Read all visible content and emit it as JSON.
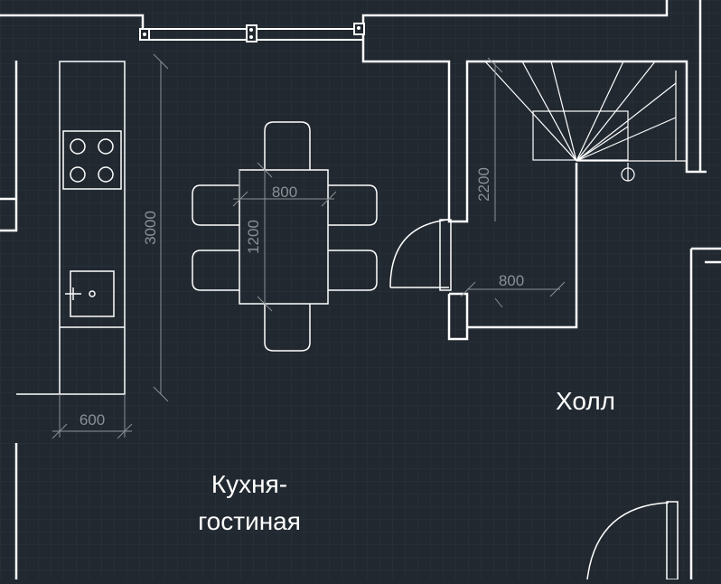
{
  "drawing": {
    "colors": {
      "background": "#212830",
      "grid": "#2c343e",
      "wall": "#ffffff",
      "dimension": "#8b9095",
      "label": "#ffffff"
    },
    "rooms": {
      "hall": "Холл",
      "kitchen_line1": "Кухня-",
      "kitchen_line2": "гостиная"
    },
    "dimensions": {
      "kitchen_length": "3000",
      "counter_depth": "600",
      "table_width": "800",
      "table_length": "1200",
      "stair_length": "2200",
      "stair_width": "800"
    }
  }
}
